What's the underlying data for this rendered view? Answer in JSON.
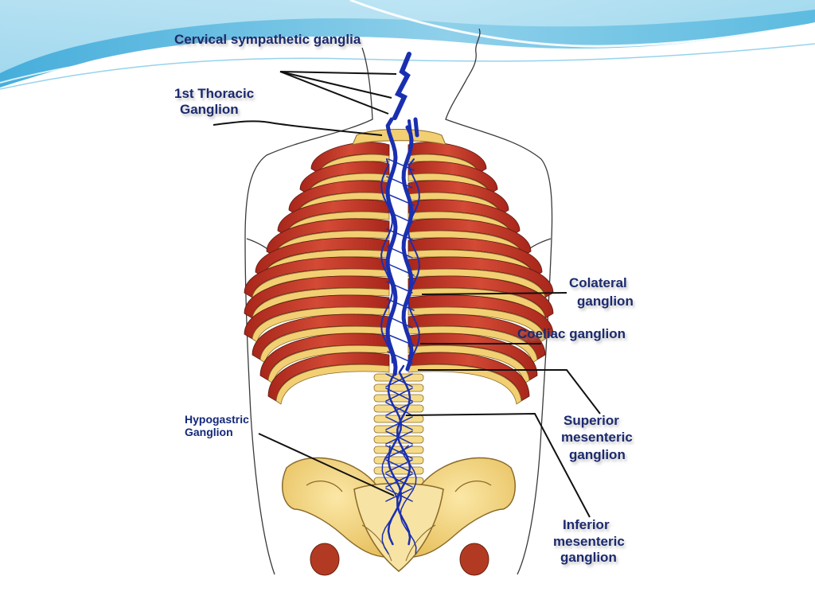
{
  "labels": {
    "cervical": "Cervical sympathetic ganglia",
    "thoracic_1": "1st Thoracic",
    "thoracic_2": "Ganglion",
    "colateral_1": "Colateral",
    "colateral_2": "ganglion",
    "coeliac": "Coeliac ganglion",
    "superior_1": "Superior",
    "superior_2": "mesenteric",
    "superior_3": "ganglion",
    "inferior_1": "Inferior",
    "inferior_2": "mesenteric",
    "inferior_3": "ganglion",
    "hypogastric_1": "Hypogastric",
    "hypogastric_2": "Ganglion"
  },
  "colors": {
    "background": "#ffffff",
    "wave_dark": "#3fa9d6",
    "wave_light": "#bfe6f4",
    "nerve": "#1a2fb0",
    "rib_bone": "#f3d27a",
    "rib_muscle": "#c23a2a",
    "pelvis": "#f5dc8a",
    "label_text": "#1c2a6e",
    "leader_line": "#000000"
  }
}
